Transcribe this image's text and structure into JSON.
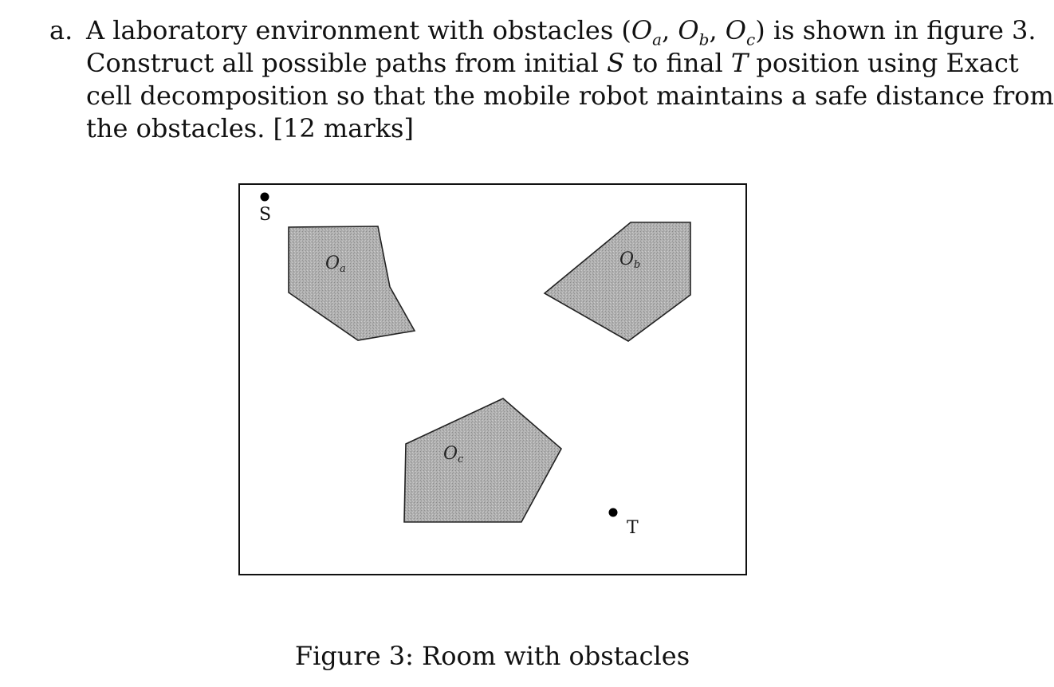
{
  "question": {
    "label": "a.",
    "lines": [
      {
        "before": "A laboratory environment with obstacles (",
        "o1": "O",
        "s1": "a",
        "sep1": ", ",
        "o2": "O",
        "s2": "b",
        "sep2": ", ",
        "o3": "O",
        "s3": "c",
        "after": ") is shown in figure 3."
      },
      {
        "before": "Construct all possible paths from initial ",
        "v1": "S",
        "mid": " to final ",
        "v2": "T",
        "after": " position using Exact"
      },
      {
        "text": "cell decomposition so that the mobile robot maintains a safe distance from"
      },
      {
        "text": "the obstacles. [12 marks]"
      }
    ]
  },
  "figure": {
    "start": {
      "label": "S"
    },
    "target": {
      "label": "T"
    },
    "obstacles": [
      {
        "label": "O",
        "sub": "a"
      },
      {
        "label": "O",
        "sub": "b"
      },
      {
        "label": "O",
        "sub": "c"
      }
    ],
    "colors": {
      "obstacle_fill": "#a9a9a9",
      "border": "#111111",
      "points": "#000000"
    }
  },
  "caption": "Figure 3: Room with obstacles"
}
